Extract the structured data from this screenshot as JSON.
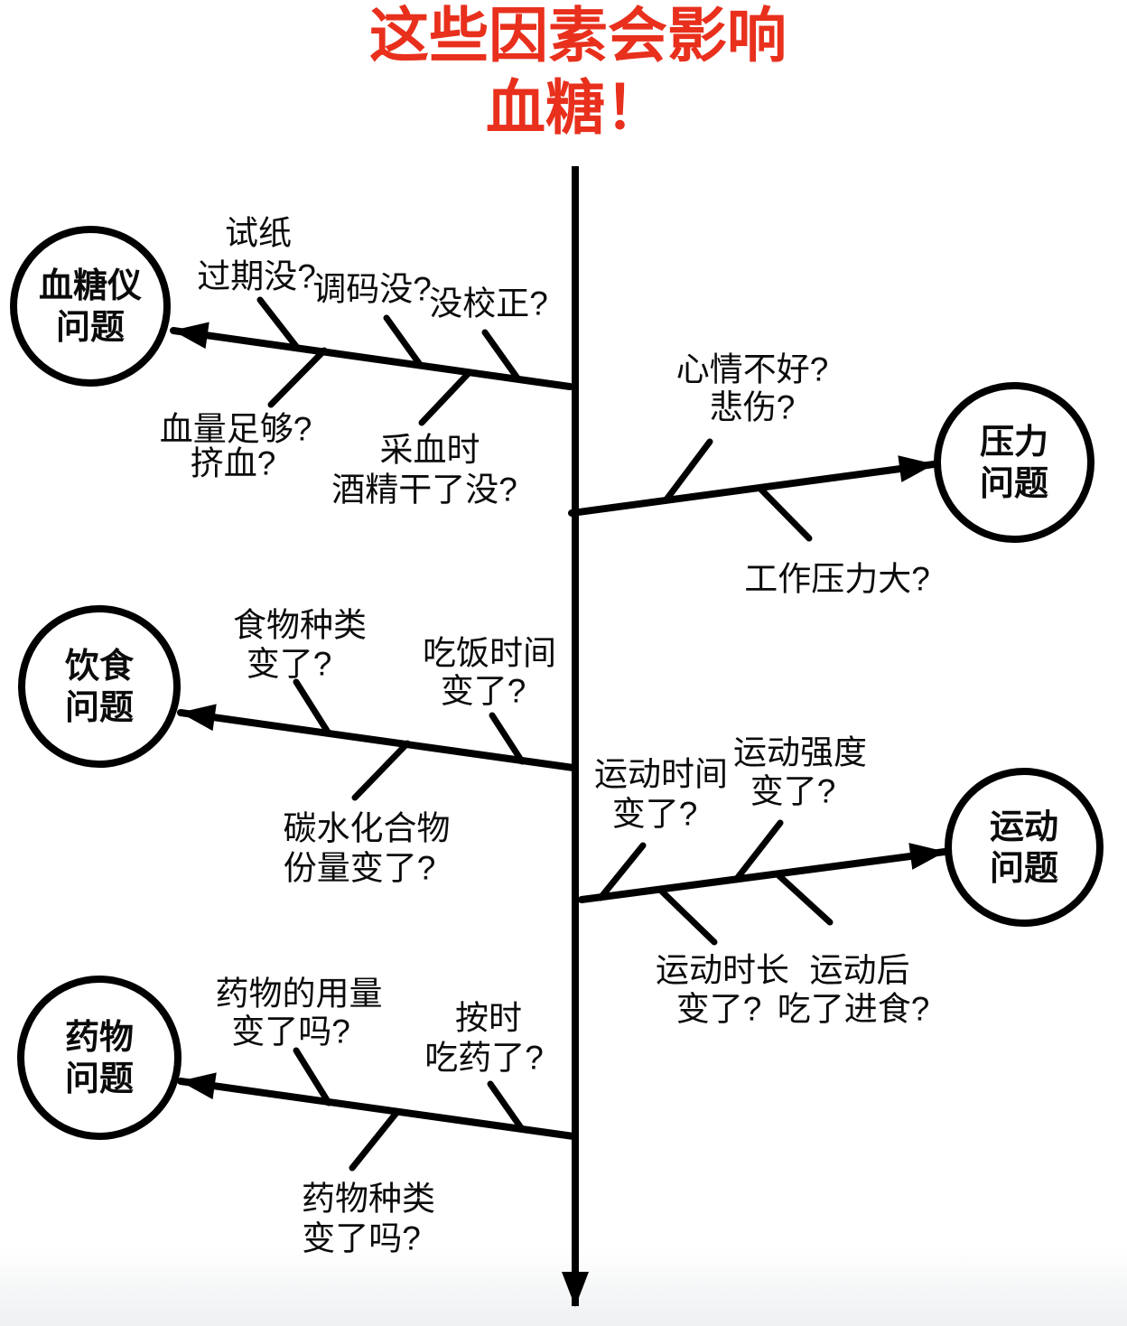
{
  "diagram_type": "fishbone",
  "title": {
    "line1": "这些因素会影响",
    "line2": "血糖！",
    "color": "#e8301d"
  },
  "colors": {
    "accent_red": "#e8301d",
    "line_black": "#000000"
  },
  "branches": [
    {
      "side": "left",
      "category": {
        "line1": "血糖仪",
        "line2": "问题"
      },
      "causes": [
        {
          "lines": [
            "试纸",
            "过期没?"
          ]
        },
        {
          "lines": [
            "调码没?"
          ]
        },
        {
          "lines": [
            "没校正?"
          ]
        },
        {
          "lines": [
            "血量足够?",
            "挤血?"
          ]
        },
        {
          "lines": [
            "采血时",
            "酒精干了没?"
          ]
        }
      ]
    },
    {
      "side": "right",
      "category": {
        "line1": "压力",
        "line2": "问题"
      },
      "causes": [
        {
          "lines": [
            "心情不好?",
            "悲伤?"
          ]
        },
        {
          "lines": [
            "工作压力大?"
          ]
        }
      ]
    },
    {
      "side": "left",
      "category": {
        "line1": "饮食",
        "line2": "问题"
      },
      "causes": [
        {
          "lines": [
            "食物种类",
            "变了?"
          ]
        },
        {
          "lines": [
            "吃饭时间",
            "变了?"
          ]
        },
        {
          "lines": [
            "碳水化合物",
            "份量变了?"
          ]
        }
      ]
    },
    {
      "side": "right",
      "category": {
        "line1": "运动",
        "line2": "问题"
      },
      "causes": [
        {
          "lines": [
            "运动时间",
            "变了?"
          ]
        },
        {
          "lines": [
            "运动强度",
            "变了?"
          ]
        },
        {
          "lines": [
            "运动时长",
            "变了?"
          ]
        },
        {
          "lines": [
            "运动后",
            "吃了进食?"
          ]
        }
      ]
    },
    {
      "side": "left",
      "category": {
        "line1": "药物",
        "line2": "问题"
      },
      "causes": [
        {
          "lines": [
            "药物的用量",
            "变了吗?"
          ]
        },
        {
          "lines": [
            "按时",
            "吃药了?"
          ]
        },
        {
          "lines": [
            "药物种类",
            "变了吗?"
          ]
        }
      ]
    }
  ]
}
